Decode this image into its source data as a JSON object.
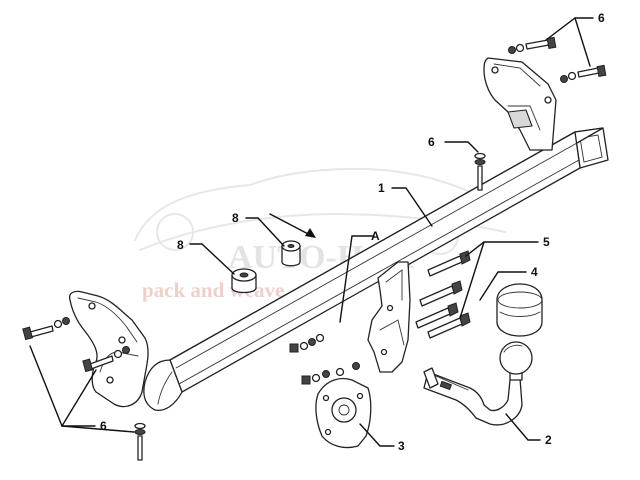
{
  "diagram": {
    "callouts": {
      "main_beam": "1",
      "tow_ball": "2",
      "socket_plate": "3",
      "ball_cover": "4",
      "bolt_set": "5",
      "fasteners_top_right": "6",
      "fasteners_center": "6",
      "fasteners_bottom_left": "6",
      "spacer_upper": "8",
      "spacer_lower": "8",
      "detail_a": "A"
    },
    "watermark": {
      "brand": "AUTO-HAK",
      "tagline": "pack and weave"
    }
  }
}
